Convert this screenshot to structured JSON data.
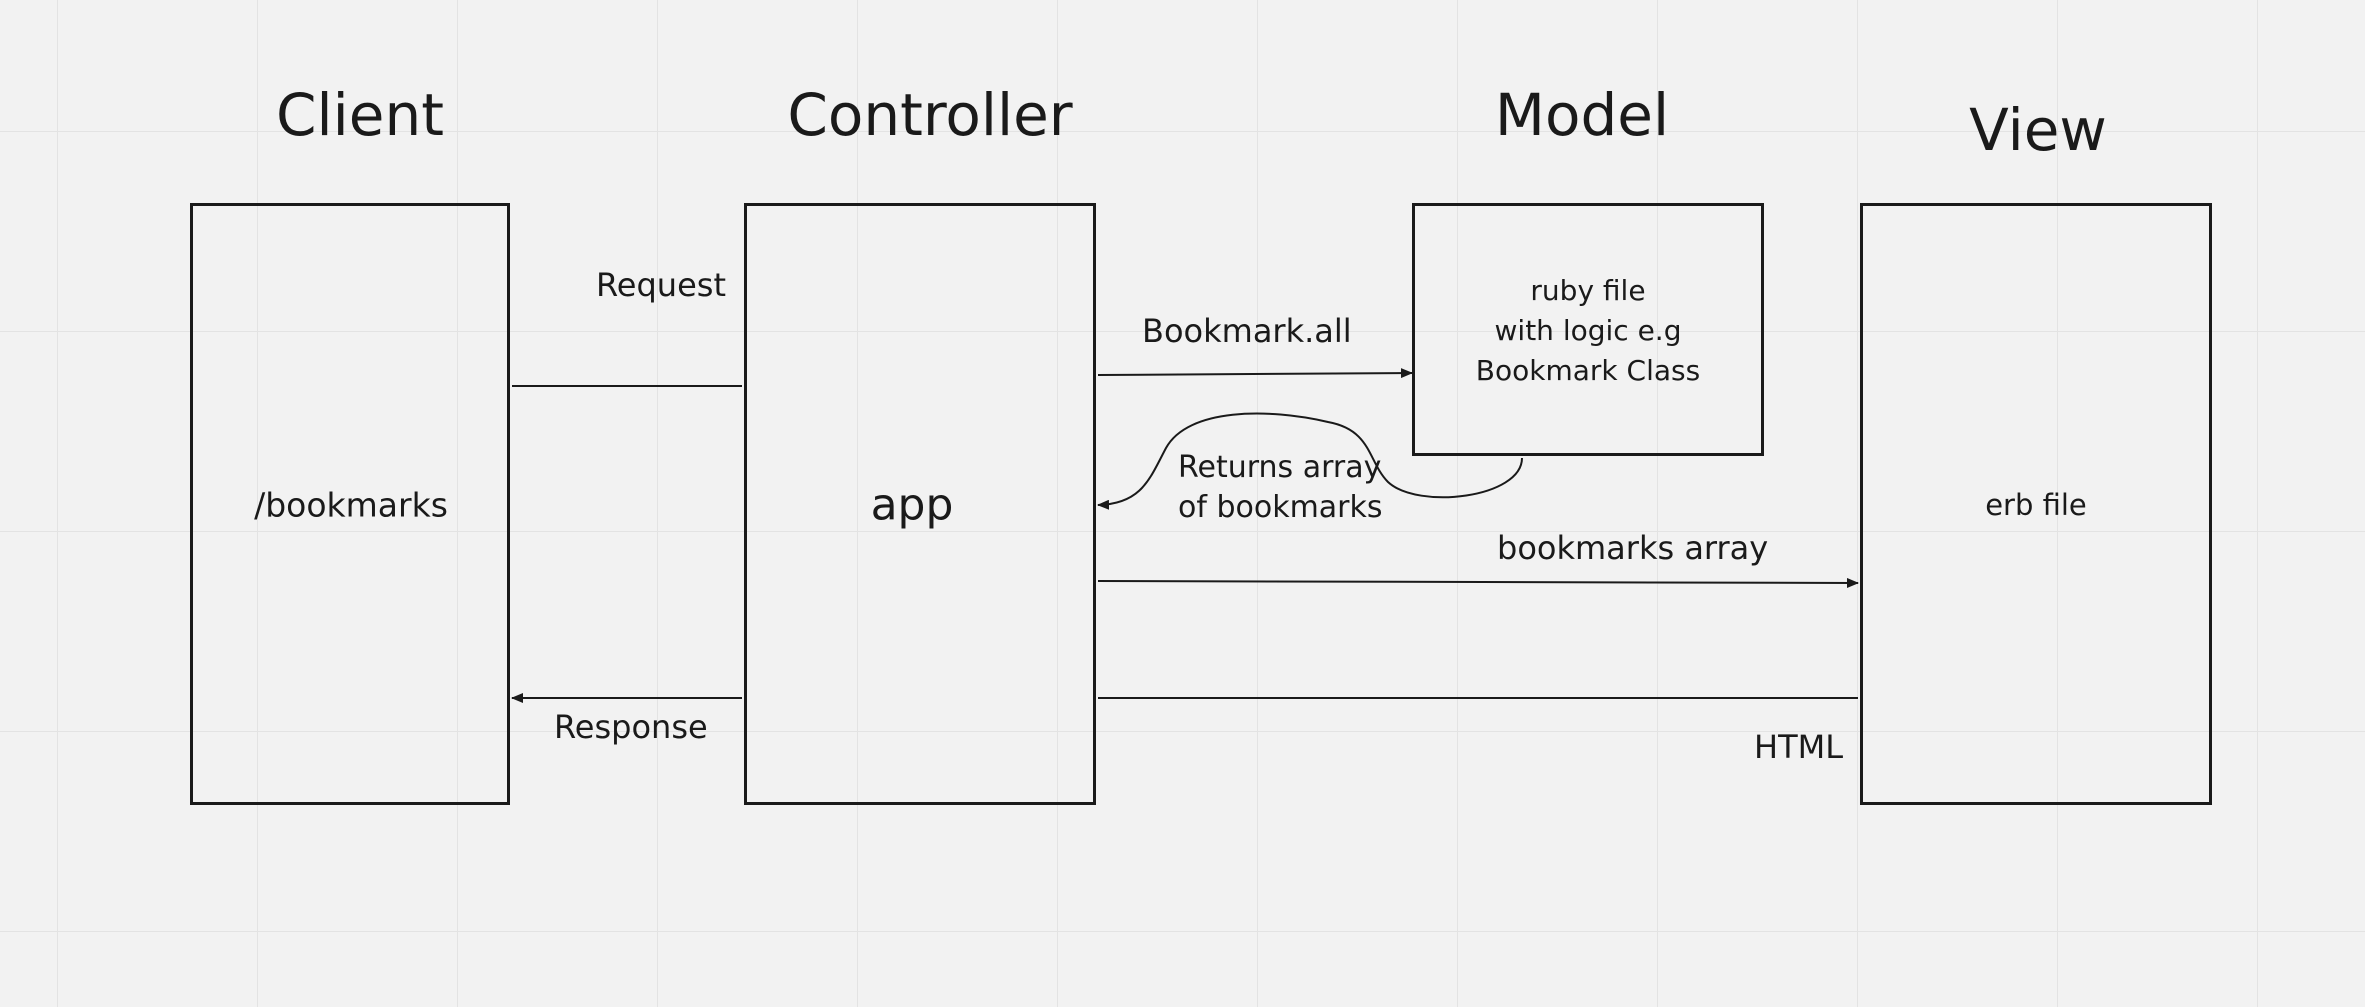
{
  "lanes": {
    "client": {
      "heading": "Client",
      "box_text": "/bookmarks"
    },
    "controller": {
      "heading": "Controller",
      "box_text": "app"
    },
    "model": {
      "heading": "Model",
      "box_lines": [
        "ruby file",
        "with logic e.g",
        "Bookmark Class"
      ]
    },
    "view": {
      "heading": "View",
      "box_text": "erb file"
    }
  },
  "edges": {
    "request": "Request",
    "bookmark_all": "Bookmark.all",
    "returns_array": [
      "Returns array",
      "of bookmarks"
    ],
    "bookmarks_array": "bookmarks array",
    "response": "Response",
    "html": "HTML"
  },
  "colors": {
    "background": "#f2f2f2",
    "grid": "#e3e3e3",
    "stroke": "#1a1a1a"
  }
}
